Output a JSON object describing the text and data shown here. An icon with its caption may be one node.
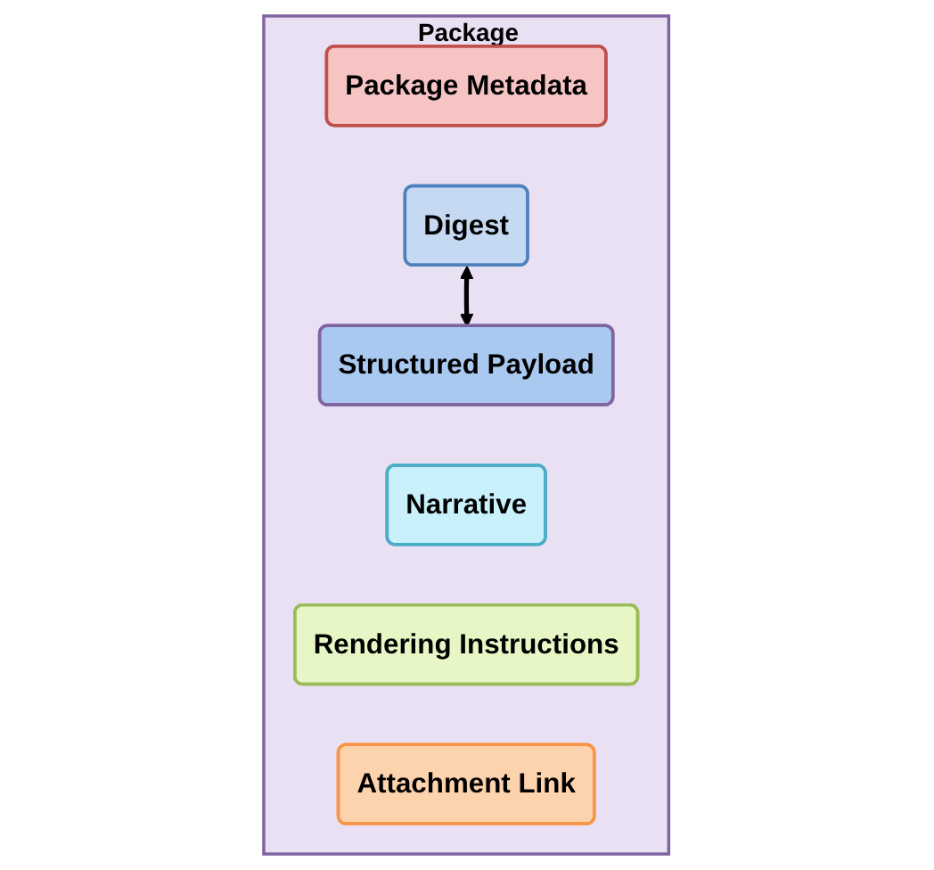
{
  "diagram": {
    "nodes": [
      {
        "text": [
          "Package"
        ]
      },
      {
        "text": [
          "Package Metadata"
        ],
        "in": 0
      },
      {
        "text": [
          "Digest"
        ],
        "in": 0
      },
      {
        "text": [
          "Structured Payload"
        ],
        "in": 0
      },
      {
        "text": [
          "Narrative"
        ],
        "in": 0
      },
      {
        "text": [
          "Rendering Instructions"
        ],
        "in": 0
      },
      {
        "text": [
          "Attachment Link"
        ],
        "in": 0
      }
    ],
    "edges": [
      {
        "from": 2,
        "to": 3,
        "arrow": "both"
      }
    ]
  }
}
